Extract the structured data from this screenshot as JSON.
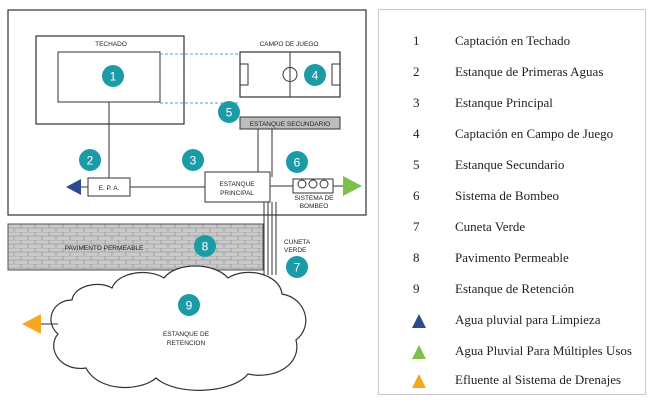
{
  "diagram": {
    "techado_label": "TECHADO",
    "campo_label": "CAMPO DE JUEGO",
    "estanque_secundario_label": "ESTANQUE SECUNDARIO",
    "epa_label": "E. P. A.",
    "estanque_principal_line1": "ESTANQUE",
    "estanque_principal_line2": "PRINCIPAL",
    "bombeo_line1": "SISTEMA DE",
    "bombeo_line2": "BOMBEO",
    "cuneta_line1": "CUNETA",
    "cuneta_line2": "VERDE",
    "pavimento_label": "PAVIMENTO PERMEABLE",
    "retencion_line1": "ESTANQUE DE",
    "retencion_line2": "RETENCION",
    "markers": [
      "1",
      "2",
      "3",
      "4",
      "5",
      "6",
      "7",
      "8",
      "9"
    ],
    "marker_color": "#1b9ba5"
  },
  "legend": {
    "items": [
      {
        "num": "1",
        "text": "Captación en Techado"
      },
      {
        "num": "2",
        "text": "Estanque de Primeras  Aguas"
      },
      {
        "num": "3",
        "text": "Estanque Principal"
      },
      {
        "num": "4",
        "text": "Captación en Campo de Juego"
      },
      {
        "num": "5",
        "text": "Estanque Secundario"
      },
      {
        "num": "6",
        "text": "Sistema de Bombeo"
      },
      {
        "num": "7",
        "text": "Cuneta Verde"
      },
      {
        "num": "8",
        "text": "Pavimento Permeable"
      },
      {
        "num": "9",
        "text": "Estanque de Retención"
      }
    ],
    "arrows": [
      {
        "icon": "blue-triangle",
        "color": "#2b4a8f",
        "text": "Agua pluvial para Limpieza"
      },
      {
        "icon": "green-triangle",
        "color": "#7fc04a",
        "text": "Agua Pluvial Para Múltiples Usos"
      },
      {
        "icon": "orange-triangle",
        "color": "#f5a623",
        "text": "Efluente al Sistema de Drenajes"
      }
    ]
  }
}
